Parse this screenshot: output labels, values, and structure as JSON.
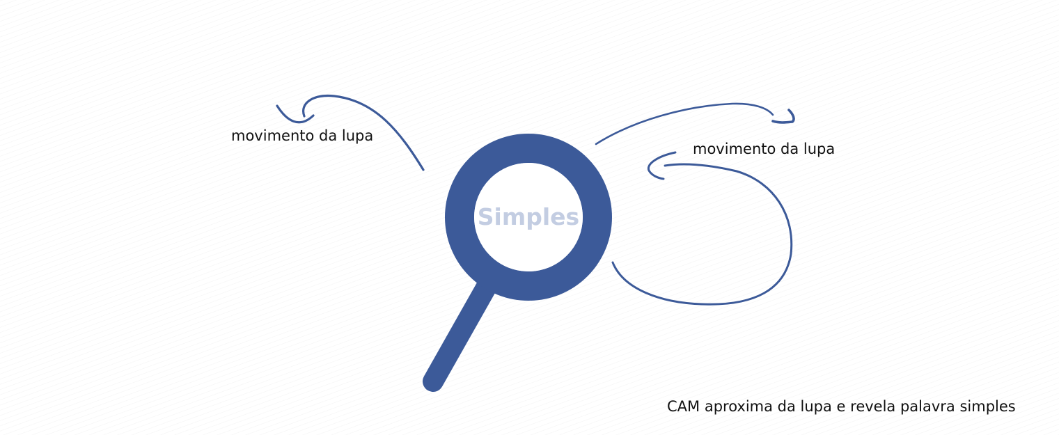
{
  "colors": {
    "primary": "#3c5a99",
    "lens_text": "#c3cde2",
    "text": "#111111"
  },
  "icons": {
    "magnifier": "magnifying-glass-icon",
    "arrows": "curved-arrow-icon"
  },
  "magnifier": {
    "lens_word": "Simples"
  },
  "annotations": {
    "left_label": "movimento da lupa",
    "right_label": "movimento da lupa",
    "caption": "CAM aproxima da lupa e revela palavra simples"
  }
}
